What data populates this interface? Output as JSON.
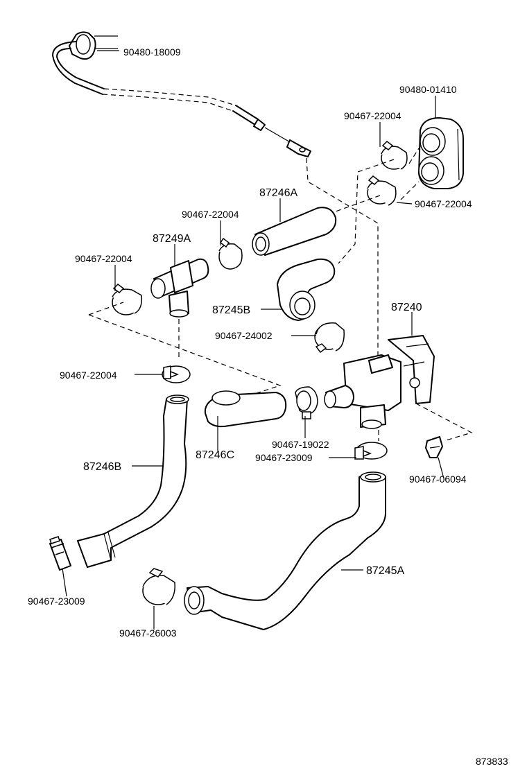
{
  "diagram": {
    "figure_number": "873833",
    "labels": {
      "p90480_18009": "90480-18009",
      "p90480_01410": "90480-01410",
      "p90467_22004_a": "90467-22004",
      "p90467_22004_b": "90467-22004",
      "p87246A": "87246A",
      "p90467_22004_c": "90467-22004",
      "p87249A": "87249A",
      "p90467_22004_d": "90467-22004",
      "p87245B": "87245B",
      "p90467_24002": "90467-24002",
      "p87240": "87240",
      "p90467_22004_e": "90467-22004",
      "p90467_19022": "90467-19022",
      "p90467_23009_a": "90467-23009",
      "p87246C": "87246C",
      "p87246B": "87246B",
      "p90467_06094": "90467-06094",
      "p87245A": "87245A",
      "p90467_23009_b": "90467-23009",
      "p90467_26003": "90467-26003"
    }
  }
}
